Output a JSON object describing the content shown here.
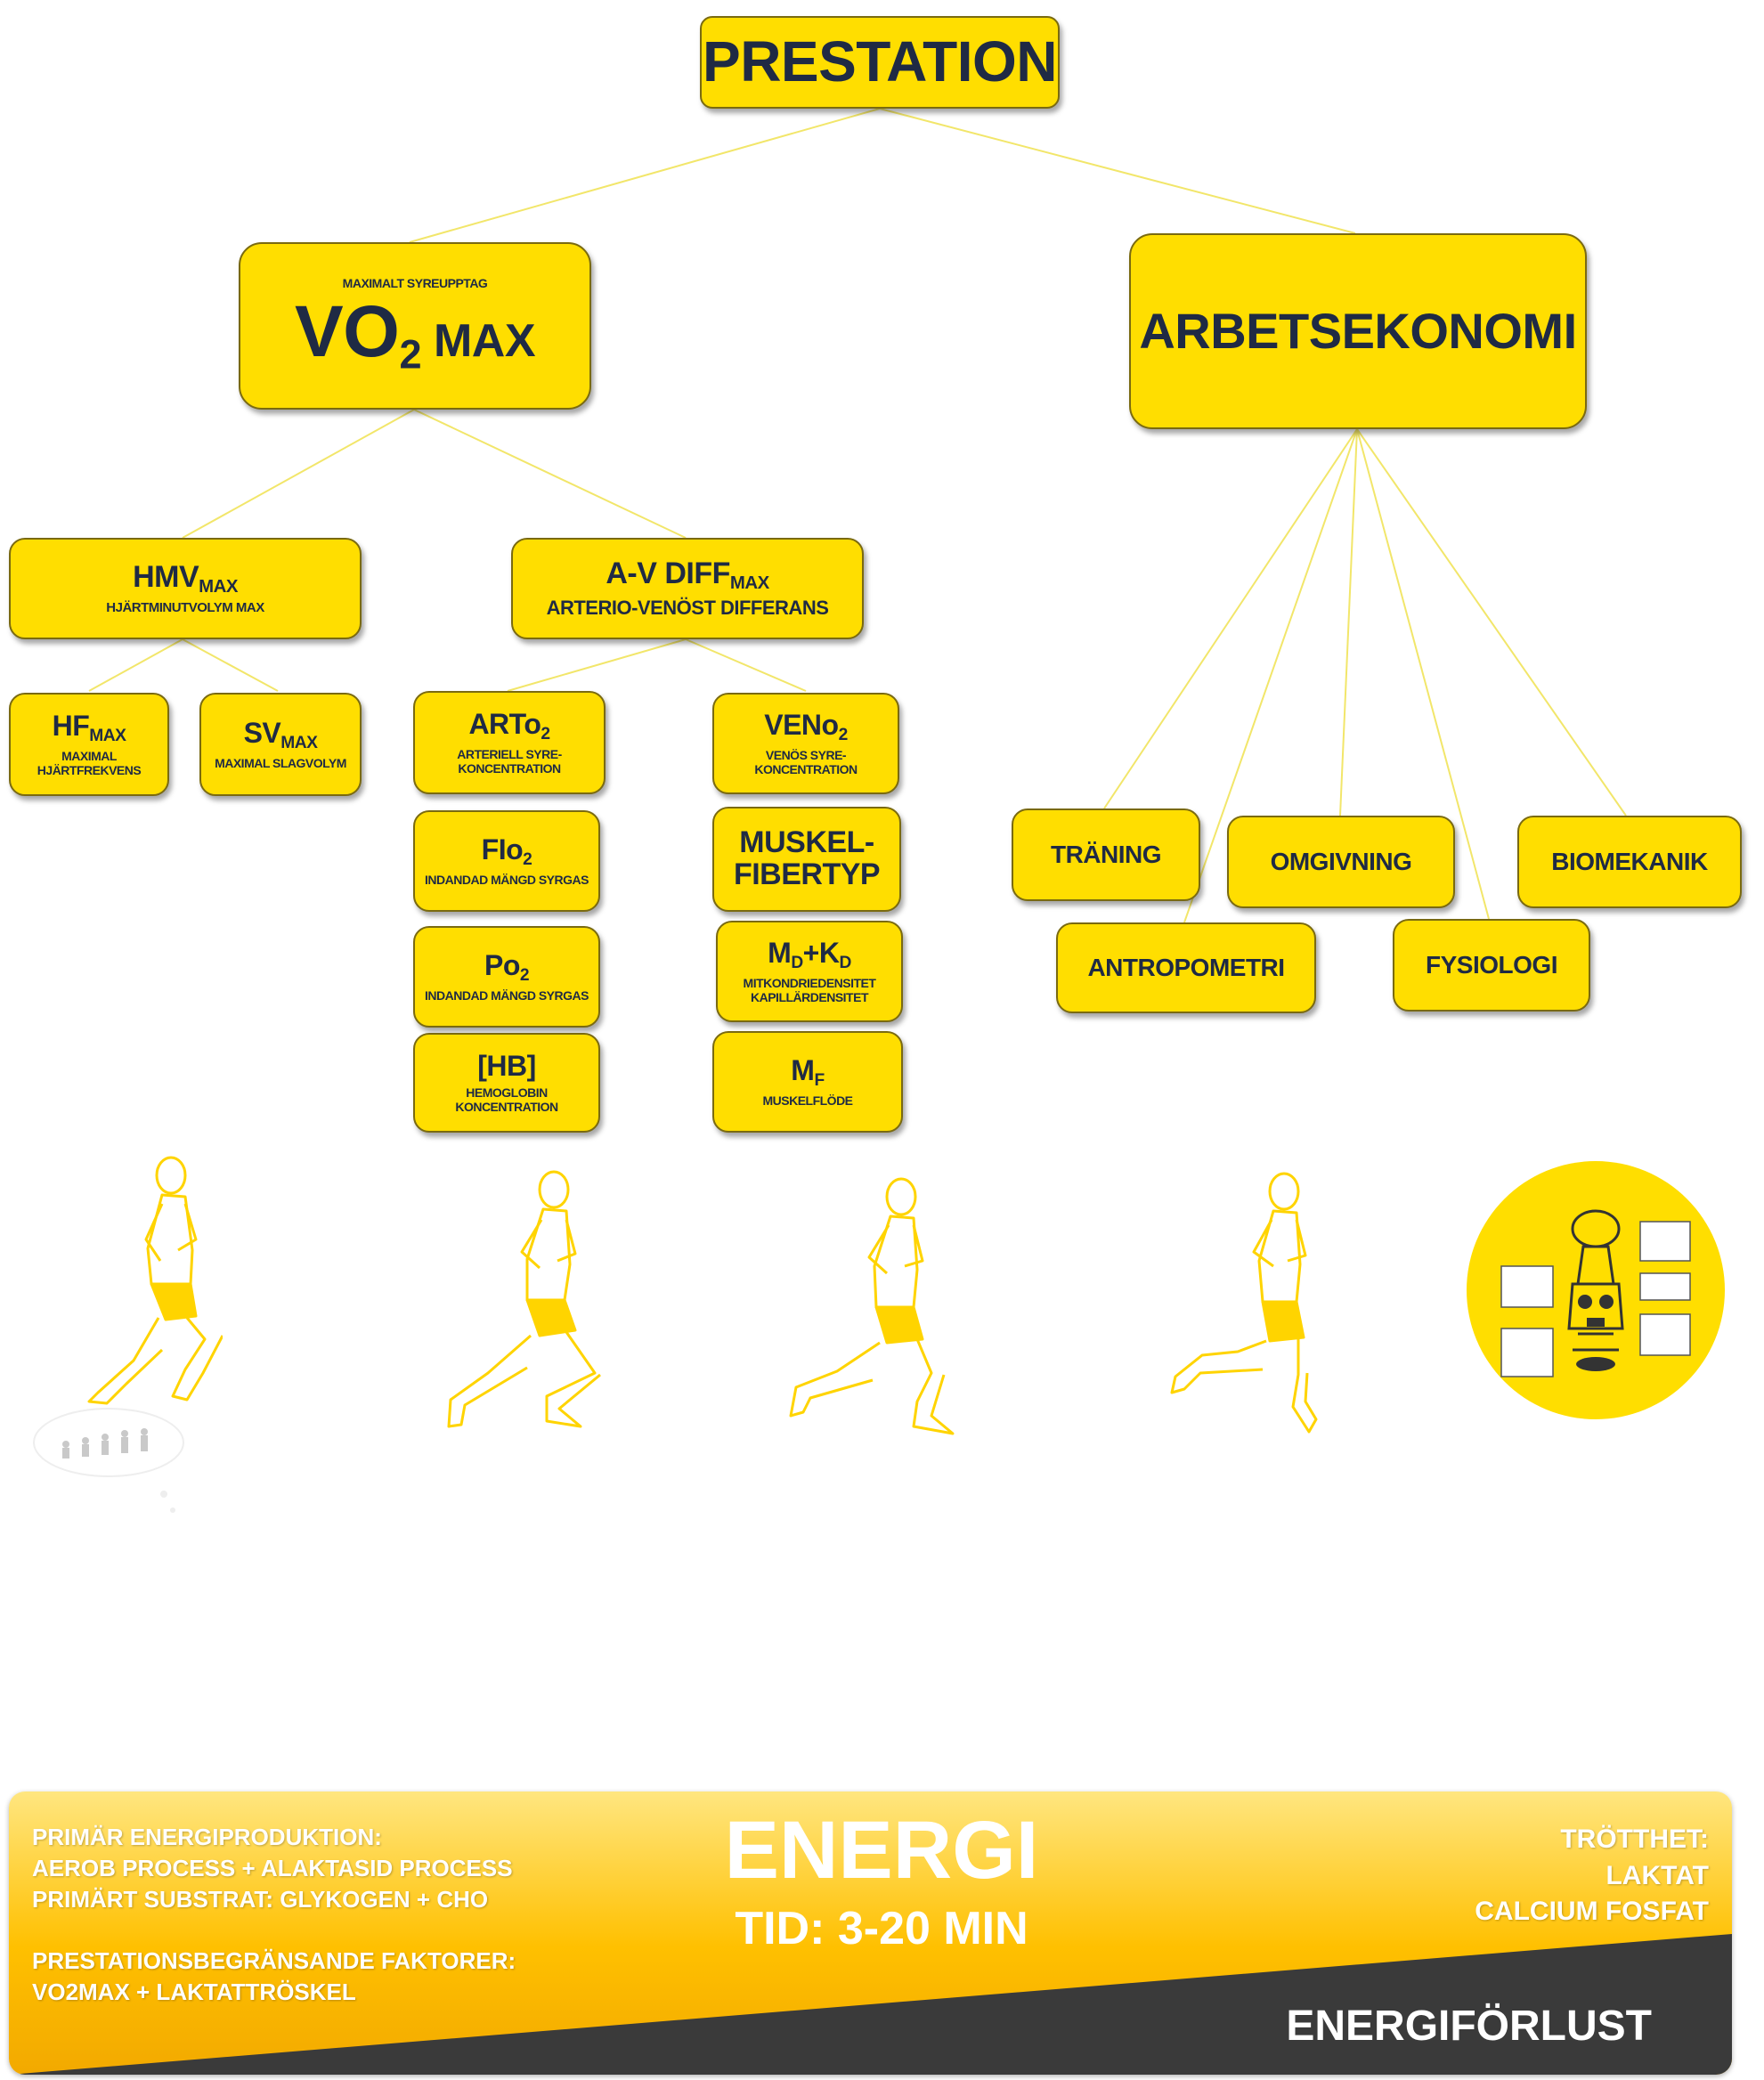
{
  "prestation": "PRESTATION",
  "vo2": {
    "subtitle": "MAXIMALT SYREUPPTAG",
    "main": "VO",
    "sub": "2",
    "suffix": " MAX"
  },
  "arbetsekonomi": "ARBETSEKONOMI",
  "hmv": {
    "main": "HMV",
    "sub": "MAX",
    "desc": "HJÄRTMINUTVOLYM MAX"
  },
  "avdiff": {
    "main": "A-V DIFF",
    "sub": "MAX",
    "desc": "ARTERIO-VENÖST DIFFERANS"
  },
  "hf": {
    "main": "HF",
    "sub": "MAX",
    "desc1": "MAXIMAL",
    "desc2": "HJÄRTFREKVENS"
  },
  "sv": {
    "main": "SV",
    "sub": "MAX",
    "desc": "MAXIMAL SLAGVOLYM"
  },
  "arto2": {
    "main": "ARTo",
    "sub": "2",
    "desc1": "ARTERIELL SYRE-",
    "desc2": "KONCENTRATION"
  },
  "veno2": {
    "main": "VENo",
    "sub": "2",
    "desc1": "VENÖS SYRE-",
    "desc2": "KONCENTRATION"
  },
  "fio2": {
    "main": "FIo",
    "sub": "2",
    "desc": "INDANDAD MÄNGD SYRGAS"
  },
  "muskel": {
    "line1": "MUSKEL-",
    "line2": "FIBERTYP"
  },
  "po2": {
    "main": "Po",
    "sub": "2",
    "desc": "INDANDAD MÄNGD SYRGAS"
  },
  "mdkd": {
    "m": "M",
    "msub": "D",
    "plus": "+K",
    "ksub": "D",
    "desc1": "MITKONDRIEDENSITET",
    "desc2": "KAPILLÄRDENSITET"
  },
  "hb": {
    "main": "[HB]",
    "desc1": "HEMOGLOBIN",
    "desc2": "KONCENTRATION"
  },
  "mf": {
    "main": "M",
    "sub": "F",
    "desc": "MUSKELFLÖDE"
  },
  "traning": "TRÄNING",
  "omgivning": "OMGIVNING",
  "biomekanik": "BIOMEKANIK",
  "antropometri": "ANTROPOMETRI",
  "fysiologi": "FYSIOLOGI",
  "banner": {
    "left1": "PRIMÄR ENERGIPRODUKTION:",
    "left2": "AEROB PROCESS + ALAKTASID PROCESS",
    "left3": "PRIMÄRT SUBSTRAT: GLYKOGEN + CHO",
    "left4": "PRESTATIONSBEGRÄNSANDE FAKTORER:",
    "left5": "VO2MAX + LAKTATTRÖSKEL",
    "center_title": "ENERGI",
    "center_time": "TID: 3-20 MIN",
    "right1": "TRÖTTHET:",
    "right2": "LAKTAT",
    "right3": "CALCIUM FOSFAT",
    "energiforlust": "ENERGIFÖRLUST"
  },
  "colors": {
    "box": "#ffde00",
    "text": "#1f2a44",
    "line": "#f2e66a",
    "banner_dark": "#3a3a3a"
  }
}
